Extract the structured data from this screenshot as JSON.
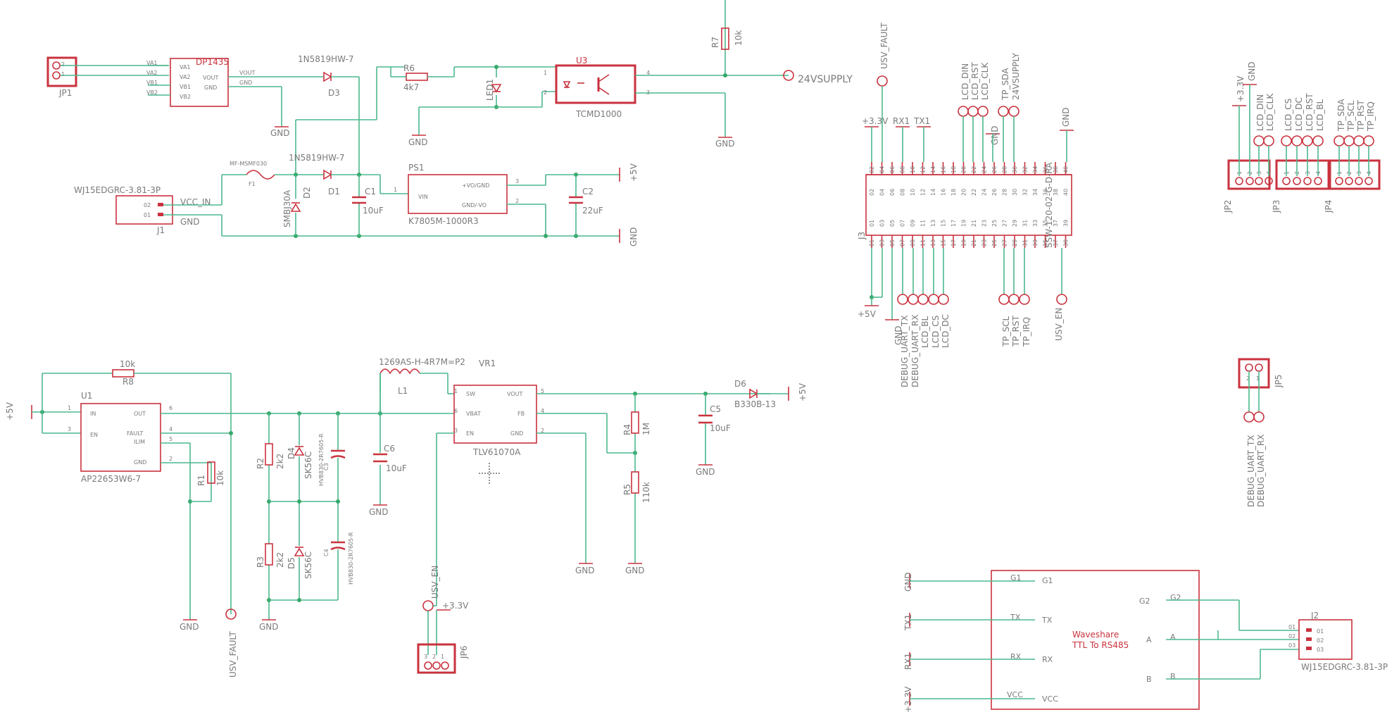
{
  "jp1": {
    "ref": "JP1",
    "p2": "2",
    "p1": "1"
  },
  "dp1435": {
    "ref": "DP1435",
    "va1": "VA1",
    "va2": "VA2",
    "vb1": "VB1",
    "vb2": "VB2",
    "vout": "VOUT",
    "gnd": "GND"
  },
  "net": {
    "va1": "VA1",
    "va2": "VA2",
    "vb1": "VB1",
    "vb2": "VB2",
    "vout": "VOUT",
    "gnd": "GND",
    "vcc_in": "VCC_IN",
    "gnd5": "+5V"
  },
  "d3": {
    "ref": "D3",
    "value": "1N5819HW-7"
  },
  "d1": {
    "ref": "D1",
    "value": "1N5819HW-7"
  },
  "d2": {
    "ref": "D2",
    "value": "SMBJ30A"
  },
  "r6": {
    "ref": "R6",
    "value": "4k7"
  },
  "r7": {
    "ref": "R7",
    "value": "10k"
  },
  "led1": {
    "ref": "LED1"
  },
  "u3": {
    "ref": "U3",
    "value": "TCMD1000",
    "p1": "1",
    "p2": "2",
    "p3": "3",
    "p4": "4"
  },
  "supply24": {
    "label": "24VSUPPLY"
  },
  "f1": {
    "ref": "F1",
    "value": "MF-MSMF030"
  },
  "c1": {
    "ref": "C1",
    "value": "10uF"
  },
  "c2": {
    "ref": "C2",
    "value": "22uF"
  },
  "ps1": {
    "ref": "PS1",
    "value": "K7805M-1000R3",
    "vin": "VIN",
    "vo": "+VO/GND",
    "gnd": "GND/-VO",
    "p1": "1",
    "p2": "2",
    "p3": "3"
  },
  "j1": {
    "ref": "J1",
    "value": "WJ15EDGRC-3.81-3P",
    "p02": "02",
    "p01": "01"
  },
  "gnd": "GND",
  "p5v": "+5V",
  "p33v": "+3.3V",
  "u1": {
    "ref": "U1",
    "value": "AP22653W6-7",
    "in": "IN",
    "en": "EN",
    "out": "OUT",
    "fault": "FAULT",
    "ilim": "ILIM",
    "gnd": "GND",
    "p1": "1",
    "p3": "3",
    "p6": "6",
    "p4": "4",
    "p5": "5",
    "p2": "2"
  },
  "r8": {
    "ref": "R8",
    "value": "10k"
  },
  "r1": {
    "ref": "R1",
    "value": "10k"
  },
  "r2": {
    "ref": "R2",
    "value": "2k2"
  },
  "r3": {
    "ref": "R3",
    "value": "2k2"
  },
  "d4": {
    "ref": "D4",
    "value": "SK56C"
  },
  "d5": {
    "ref": "D5",
    "value": "SK56C"
  },
  "c3": {
    "ref": "C3",
    "value": "HVB830-2R7605-R"
  },
  "c4": {
    "ref": "C4",
    "value": "HVB830-2R7605-R"
  },
  "l1": {
    "ref": "L1",
    "value": "1269AS-H-4R7M=P2"
  },
  "vr1": {
    "ref": "VR1",
    "value": "TLV61070A",
    "sw": "SW",
    "vbat": "VBAT",
    "en": "EN",
    "vout": "VOUT",
    "fb": "FB",
    "gnd": "GND",
    "p1": "1",
    "p6": "6",
    "p3": "3",
    "p5": "5",
    "p4": "4",
    "p2": "2"
  },
  "c6": {
    "ref": "C6",
    "value": "10uF"
  },
  "c5": {
    "ref": "C5",
    "value": "10uF"
  },
  "r4": {
    "ref": "R4",
    "value": "1M"
  },
  "r5": {
    "ref": "R5",
    "value": "110k"
  },
  "d6": {
    "ref": "D6",
    "value": "B330B-13"
  },
  "usv_fault": "USV_FAULT",
  "usv_en": "USV_EN",
  "jp6": {
    "ref": "JP6",
    "p3": "3",
    "p2": "2",
    "p1": "1"
  },
  "j3": {
    "ref": "J3",
    "value": "SSW-120-02-G-D-RA",
    "top": [
      "02",
      "04",
      "06",
      "08",
      "10",
      "12",
      "14",
      "16",
      "18",
      "20",
      "22",
      "24",
      "26",
      "28",
      "30",
      "32",
      "34",
      "36",
      "38",
      "40"
    ],
    "bot": [
      "01",
      "03",
      "05",
      "07",
      "09",
      "11",
      "13",
      "15",
      "17",
      "19",
      "21",
      "23",
      "25",
      "27",
      "29",
      "31",
      "33",
      "35",
      "37",
      "39"
    ]
  },
  "j3_top_nets": [
    "USV_FAULT",
    "+3.3V",
    "RX1",
    "TX1",
    "LCD_DIN",
    "LCD_RST",
    "LCD_CLK",
    "GND",
    "TP_SDA",
    "24VSUPPLY",
    "GND"
  ],
  "j3_bot_nets": [
    "+5V",
    "GND",
    "DEBUG_UART_TX",
    "DEBUG_UART_RX",
    "LCD_BL",
    "LCD_CS",
    "LCD_DC",
    "TP_SCL",
    "TP_RST",
    "TP_IRQ",
    "USV_EN"
  ],
  "jp2": {
    "ref": "JP2",
    "nets": [
      "+3.3V",
      "GND",
      "LCD_DIN",
      "LCD_CLK"
    ],
    "pins": [
      "1",
      "2",
      "3",
      "4"
    ]
  },
  "jp3": {
    "ref": "JP3",
    "nets": [
      "LCD_CS",
      "LCD_DC",
      "LCD_RST",
      "LCD_BL"
    ],
    "pins": [
      "1",
      "2",
      "3",
      "4"
    ]
  },
  "jp4": {
    "ref": "JP4",
    "nets": [
      "TP_SDA",
      "TP_SCL",
      "TP_RST",
      "TP_IRQ"
    ],
    "pins": [
      "1",
      "2",
      "3",
      "4"
    ]
  },
  "jp5": {
    "ref": "JP5",
    "nets": [
      "DEBUG_UART_TX",
      "DEBUG_UART_RX"
    ],
    "p2": "2",
    "p1": "1"
  },
  "rs485": {
    "title1": "Waveshare",
    "title2": "TTL To RS485",
    "g1": "G1",
    "tx": "TX",
    "rx": "RX",
    "vcc": "VCC",
    "g2": "G2",
    "a": "A",
    "b": "B",
    "net_gnd": "GND",
    "net_tx": "TX1",
    "net_rx": "RX1",
    "net_vcc": "+3.3V"
  },
  "j2": {
    "ref": "J2",
    "value": "WJ15EDGRC-3.81-3P",
    "p01": "01",
    "p02": "02",
    "p03": "03"
  }
}
